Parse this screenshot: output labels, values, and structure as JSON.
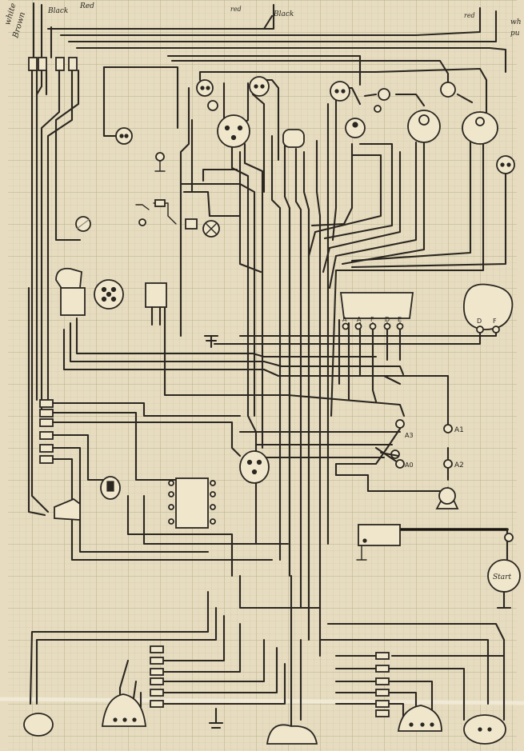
{
  "diagram": {
    "colors": {
      "paper": "#e7dcc0",
      "grid_minor": "#c9c6a6",
      "grid_major": "#b2b28c",
      "ink": "#2a2620",
      "fold": "#f2ecd9"
    },
    "labels": {
      "top_left_1": "white",
      "top_left_2": "Brown",
      "top_left_3": "Black",
      "top_left_4": "Red",
      "top_mid_1": "red",
      "top_mid_2": "Black",
      "top_right_1": "red",
      "top_right_2": "wh",
      "top_right_3": "pu",
      "term_A1": "A",
      "term_A": "A",
      "term_F": "F",
      "term_D": "D",
      "term_E": "E",
      "gen_term_1": "D",
      "gen_term_2": "F",
      "sw_A3": "A3",
      "sw_A0": "A0",
      "fuse_A1": "A1",
      "fuse_A2": "A2",
      "start_label": "Start"
    }
  }
}
